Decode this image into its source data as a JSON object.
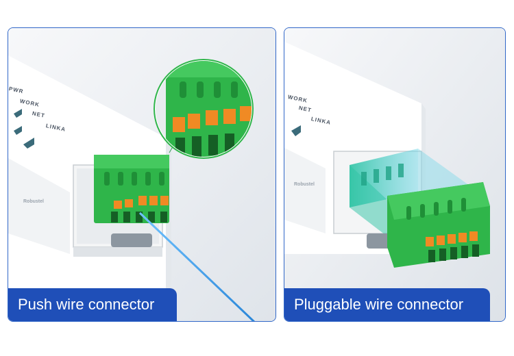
{
  "panels": {
    "left": {
      "caption": "Push wire connector",
      "device_labels": [
        "PWR",
        "WORK",
        "NET",
        "LINKA"
      ],
      "brand": "Robustel"
    },
    "right": {
      "caption": "Pluggable wire connector",
      "device_labels": [
        "WORK",
        "NET",
        "LINKA"
      ],
      "brand": "Robustel"
    }
  },
  "colors": {
    "frame": "#2f66c8",
    "caption_bg": "#1f4fb8",
    "connector_green": "#2fb54a",
    "lever_orange": "#f08a24",
    "wire_blue": "#3a9be6",
    "socket_teal": "#2ec4a4"
  }
}
